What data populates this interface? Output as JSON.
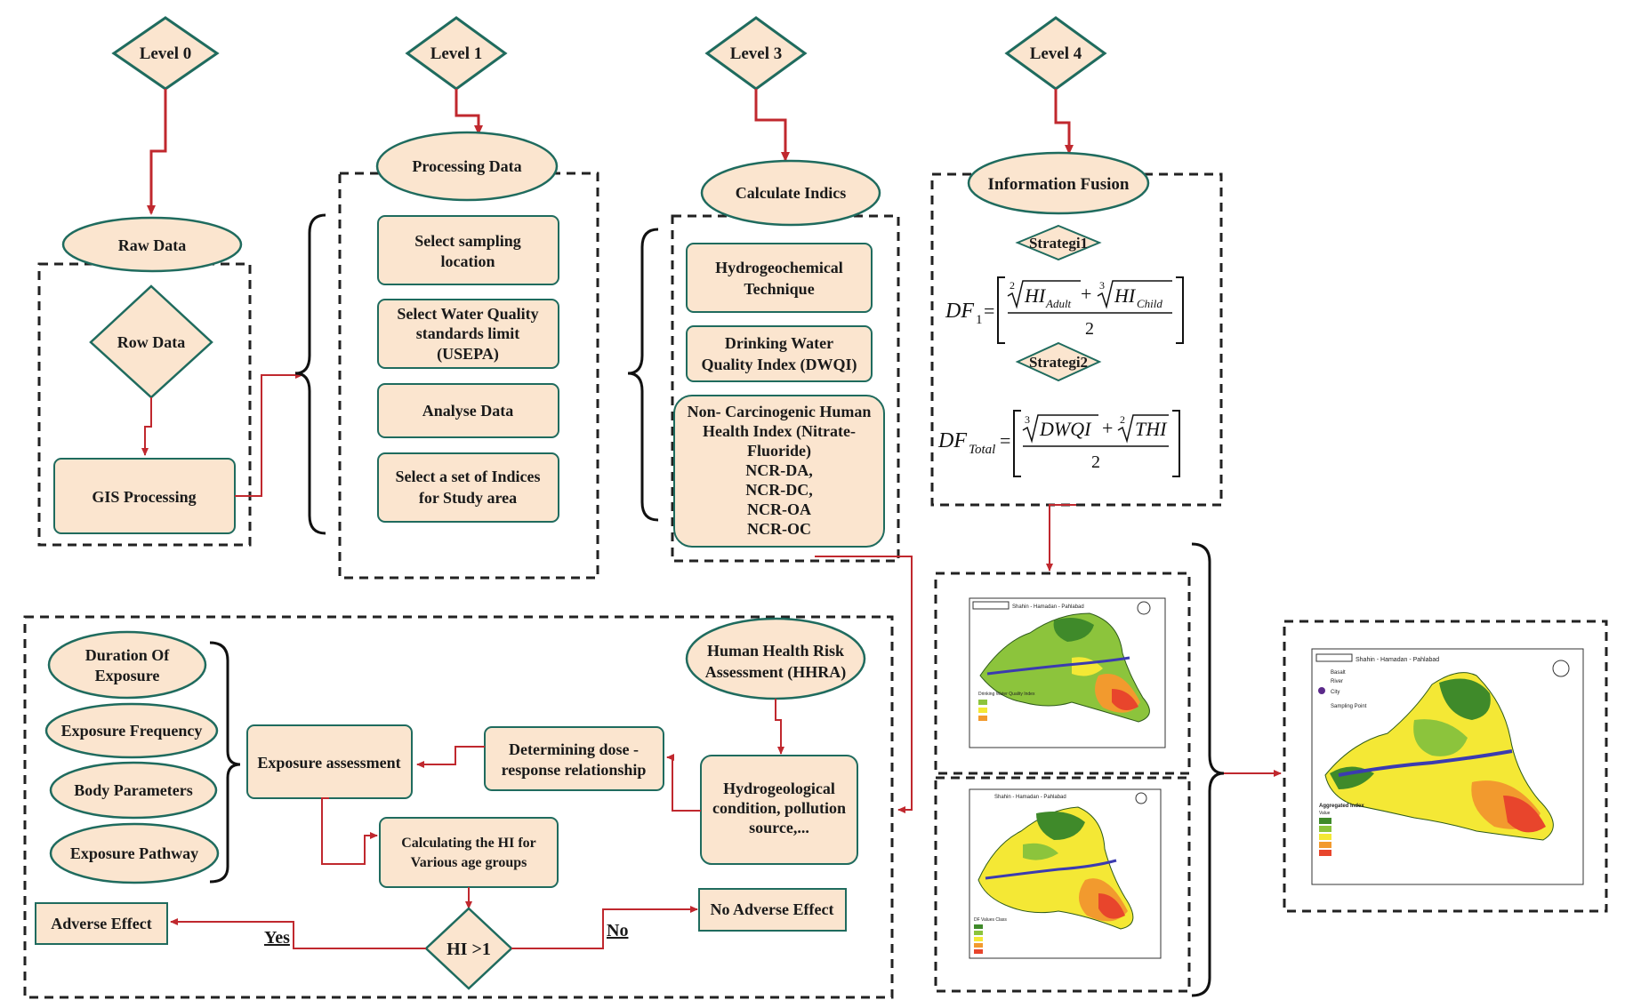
{
  "levels": {
    "l0": "Level 0",
    "l1": "Level 1",
    "l3": "Level 3",
    "l4": "Level 4"
  },
  "level0": {
    "header": "Raw Data",
    "decision": "Row Data",
    "process": "GIS Processing"
  },
  "level1": {
    "header": "Processing Data",
    "steps": [
      [
        "Select sampling",
        "location"
      ],
      [
        "Select Water Quality",
        "standards limit",
        "(USEPA)"
      ],
      [
        "Analyse Data"
      ],
      [
        "Select a set of Indices",
        "for Study area"
      ]
    ]
  },
  "level3": {
    "header": "Calculate Indics",
    "steps": [
      [
        "Hydrogeochemical",
        "Technique"
      ],
      [
        "Drinking Water",
        "Quality Index (DWQI)"
      ],
      [
        "Non- Carcinogenic  Human",
        "Health Index (Nitrate-",
        "Fluoride)",
        "NCR-DA,",
        "NCR-DC,",
        "NCR-OA",
        "NCR-OC"
      ]
    ]
  },
  "level4": {
    "header": "Information Fusion",
    "strategy1": "Strategi1",
    "strategy2": "Strategi2",
    "formula1": {
      "lhs": "DF",
      "lhs_sub": "1",
      "root1_index": "2",
      "term1": "HI",
      "term1_sub": "Adult",
      "root2_index": "3",
      "term2": "HI",
      "term2_sub": "Child",
      "denominator": "2"
    },
    "formula2": {
      "lhs": "DF",
      "lhs_sub": "Total",
      "root1_index": "3",
      "term1": "DWQI",
      "root2_index": "2",
      "term2": "THI",
      "denominator": "2"
    }
  },
  "hhra": {
    "title": [
      "Human Health Risk",
      "Assessment (HHRA)"
    ],
    "hydro": [
      "Hydrogeological",
      "condition, pollution",
      "source,..."
    ],
    "dose": [
      "Determining dose -",
      "response relationship"
    ],
    "exposure": "Exposure assessment",
    "factors": [
      "Duration Of|Exposure",
      "Exposure Frequency",
      "Body Parameters",
      "Exposure Pathway"
    ],
    "calc": [
      "Calculating the HI for",
      "Various age groups"
    ],
    "decision": "HI >1",
    "yes": "Yes",
    "no": "No",
    "adverse": "Adverse Effect",
    "no_adverse": "No Adverse Effect"
  },
  "maps": {
    "map1_title": "Shahin - Hamadan - Pahlabad",
    "map1_legend": "Drinking Water Quality Index",
    "map2_title": "Shahin - Hamadan - Pahlabad",
    "map2_legend": "DF Values Class",
    "map3_title": "Shahin - Hamadan - Pahlabad",
    "map3_legend_title": "Aggregated Index",
    "map3_legend_sub": "Value",
    "legend_items": [
      "Basalt",
      "River",
      "City",
      "Sampling Point"
    ]
  },
  "colors": {
    "node_fill": "#fbe5cf",
    "node_stroke": "#1f6b5e",
    "arrow": "#c0282e",
    "dashed": "#222222",
    "map_green_dark": "#3f8a2a",
    "map_green": "#8cc43c",
    "map_yellow": "#f4e835",
    "map_orange": "#f29a2e",
    "map_red": "#e8452c"
  }
}
